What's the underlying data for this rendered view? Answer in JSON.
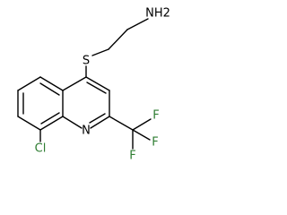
{
  "molecule": {
    "atoms": {
      "amine": "NH2",
      "sulfur": "S",
      "ring_nitrogen": "N",
      "chlorine": "Cl",
      "fluorine_1": "F",
      "fluorine_2": "F",
      "fluorine_3": "F"
    },
    "colors": {
      "bond": "#000000",
      "carbon_text": "#000000",
      "nitrogen_text": "#000000",
      "sulfur_text": "#000000",
      "chlorine_text": "#2e7d32",
      "fluorine_text": "#2e7d32"
    }
  }
}
